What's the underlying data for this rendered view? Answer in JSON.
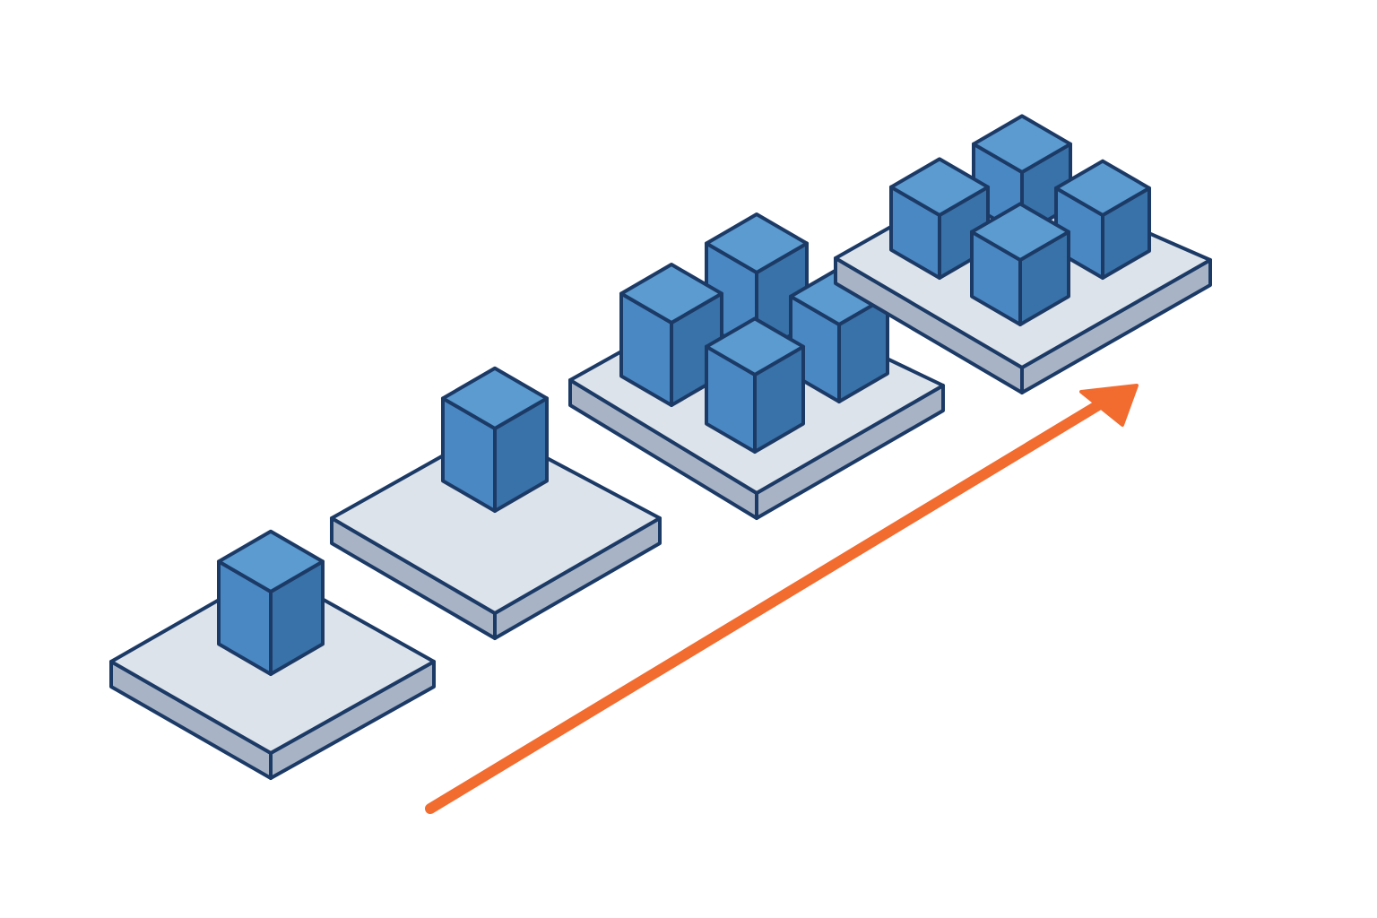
{
  "diagram": {
    "kind": "isometric-growth-sequence",
    "stages": [
      {
        "platform": "platform-1",
        "cube_count": 1
      },
      {
        "platform": "platform-2",
        "cube_count": 1
      },
      {
        "platform": "platform-3",
        "cube_count": 4
      },
      {
        "platform": "platform-4",
        "cube_count": 4
      }
    ],
    "arrow": {
      "direction": "up-right",
      "meaning": "growth"
    },
    "colors": {
      "background": "#ffffff",
      "outline": "#1c3a66",
      "platform_top": "#dde3ea",
      "platform_side": "#a8b4c5",
      "cube_top": "#5b9bd0",
      "cube_left": "#4a88c4",
      "cube_right": "#3872a8",
      "arrow": "#f26b2f"
    }
  }
}
